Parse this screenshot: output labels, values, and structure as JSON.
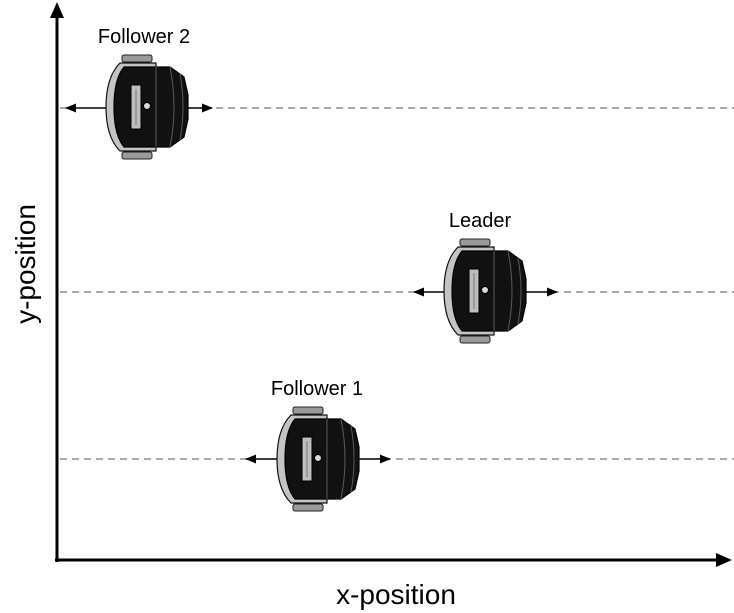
{
  "axes": {
    "x_label": "x-position",
    "y_label": "y-position"
  },
  "robots": [
    {
      "id": "follower-2",
      "label": "Follower 2"
    },
    {
      "id": "leader",
      "label": "Leader"
    },
    {
      "id": "follower-1",
      "label": "Follower 1"
    }
  ],
  "colors": {
    "line": "#000000",
    "guide": "#444444",
    "robot_body": "#111111",
    "robot_plate": "#bdbdbd",
    "wheel": "#999999"
  }
}
